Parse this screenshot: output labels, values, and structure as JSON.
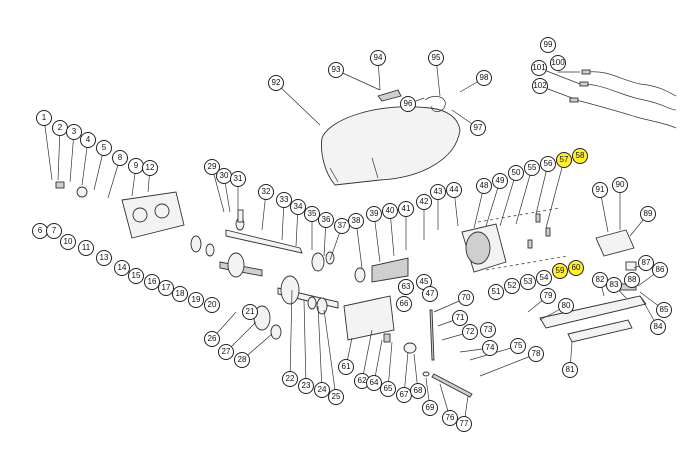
{
  "highlight_color": "#FFEE2E",
  "callouts": [
    {
      "number": "1",
      "highlighted": false
    },
    {
      "number": "2",
      "highlighted": false
    },
    {
      "number": "3",
      "highlighted": false
    },
    {
      "number": "4",
      "highlighted": false
    },
    {
      "number": "5",
      "highlighted": false
    },
    {
      "number": "6",
      "highlighted": false
    },
    {
      "number": "7",
      "highlighted": false
    },
    {
      "number": "8",
      "highlighted": false
    },
    {
      "number": "9",
      "highlighted": false
    },
    {
      "number": "10",
      "highlighted": false
    },
    {
      "number": "11",
      "highlighted": false
    },
    {
      "number": "12",
      "highlighted": false
    },
    {
      "number": "13",
      "highlighted": false
    },
    {
      "number": "14",
      "highlighted": false
    },
    {
      "number": "15",
      "highlighted": false
    },
    {
      "number": "16",
      "highlighted": false
    },
    {
      "number": "17",
      "highlighted": false
    },
    {
      "number": "18",
      "highlighted": false
    },
    {
      "number": "19",
      "highlighted": false
    },
    {
      "number": "20",
      "highlighted": false
    },
    {
      "number": "21",
      "highlighted": false
    },
    {
      "number": "22",
      "highlighted": false
    },
    {
      "number": "23",
      "highlighted": false
    },
    {
      "number": "24",
      "highlighted": false
    },
    {
      "number": "25",
      "highlighted": false
    },
    {
      "number": "26",
      "highlighted": false
    },
    {
      "number": "27",
      "highlighted": false
    },
    {
      "number": "28",
      "highlighted": false
    },
    {
      "number": "29",
      "highlighted": false
    },
    {
      "number": "30",
      "highlighted": false
    },
    {
      "number": "31",
      "highlighted": false
    },
    {
      "number": "32",
      "highlighted": false
    },
    {
      "number": "33",
      "highlighted": false
    },
    {
      "number": "34",
      "highlighted": false
    },
    {
      "number": "35",
      "highlighted": false
    },
    {
      "number": "36",
      "highlighted": false
    },
    {
      "number": "37",
      "highlighted": false
    },
    {
      "number": "38",
      "highlighted": false
    },
    {
      "number": "39",
      "highlighted": false
    },
    {
      "number": "40",
      "highlighted": false
    },
    {
      "number": "41",
      "highlighted": false
    },
    {
      "number": "42",
      "highlighted": false
    },
    {
      "number": "43",
      "highlighted": false
    },
    {
      "number": "44",
      "highlighted": false
    },
    {
      "number": "45",
      "highlighted": false
    },
    {
      "number": "46",
      "highlighted": false
    },
    {
      "number": "47",
      "highlighted": false
    },
    {
      "number": "48",
      "highlighted": false
    },
    {
      "number": "49",
      "highlighted": false
    },
    {
      "number": "50",
      "highlighted": false
    },
    {
      "number": "51",
      "highlighted": false
    },
    {
      "number": "52",
      "highlighted": false
    },
    {
      "number": "53",
      "highlighted": false
    },
    {
      "number": "54",
      "highlighted": false
    },
    {
      "number": "55",
      "highlighted": false
    },
    {
      "number": "56",
      "highlighted": false
    },
    {
      "number": "57",
      "highlighted": true
    },
    {
      "number": "58",
      "highlighted": true
    },
    {
      "number": "59",
      "highlighted": true
    },
    {
      "number": "60",
      "highlighted": true
    },
    {
      "number": "61",
      "highlighted": false
    },
    {
      "number": "62",
      "highlighted": false
    },
    {
      "number": "63",
      "highlighted": false
    },
    {
      "number": "64",
      "highlighted": false
    },
    {
      "number": "65",
      "highlighted": false
    },
    {
      "number": "66",
      "highlighted": false
    },
    {
      "number": "67",
      "highlighted": false
    },
    {
      "number": "68",
      "highlighted": false
    },
    {
      "number": "69",
      "highlighted": false
    },
    {
      "number": "70",
      "highlighted": false
    },
    {
      "number": "71",
      "highlighted": false
    },
    {
      "number": "72",
      "highlighted": false
    },
    {
      "number": "73",
      "highlighted": false
    },
    {
      "number": "74",
      "highlighted": false
    },
    {
      "number": "75",
      "highlighted": false
    },
    {
      "number": "76",
      "highlighted": false
    },
    {
      "number": "77",
      "highlighted": false
    },
    {
      "number": "78",
      "highlighted": false
    },
    {
      "number": "79",
      "highlighted": false
    },
    {
      "number": "80",
      "highlighted": false
    },
    {
      "number": "81",
      "highlighted": false
    },
    {
      "number": "82",
      "highlighted": false
    },
    {
      "number": "83",
      "highlighted": false
    },
    {
      "number": "84",
      "highlighted": false
    },
    {
      "number": "85",
      "highlighted": false
    },
    {
      "number": "86",
      "highlighted": false
    },
    {
      "number": "87",
      "highlighted": false
    },
    {
      "number": "88",
      "highlighted": false
    },
    {
      "number": "89",
      "highlighted": false
    },
    {
      "number": "90",
      "highlighted": false
    },
    {
      "number": "91",
      "highlighted": false
    },
    {
      "number": "92",
      "highlighted": false
    },
    {
      "number": "93",
      "highlighted": false
    },
    {
      "number": "94",
      "highlighted": false
    },
    {
      "number": "95",
      "highlighted": false
    },
    {
      "number": "96",
      "highlighted": false
    },
    {
      "number": "97",
      "highlighted": false
    },
    {
      "number": "98",
      "highlighted": false
    },
    {
      "number": "99",
      "highlighted": false
    },
    {
      "number": "100",
      "highlighted": false
    },
    {
      "number": "101",
      "highlighted": false
    },
    {
      "number": "102",
      "highlighted": false
    }
  ]
}
